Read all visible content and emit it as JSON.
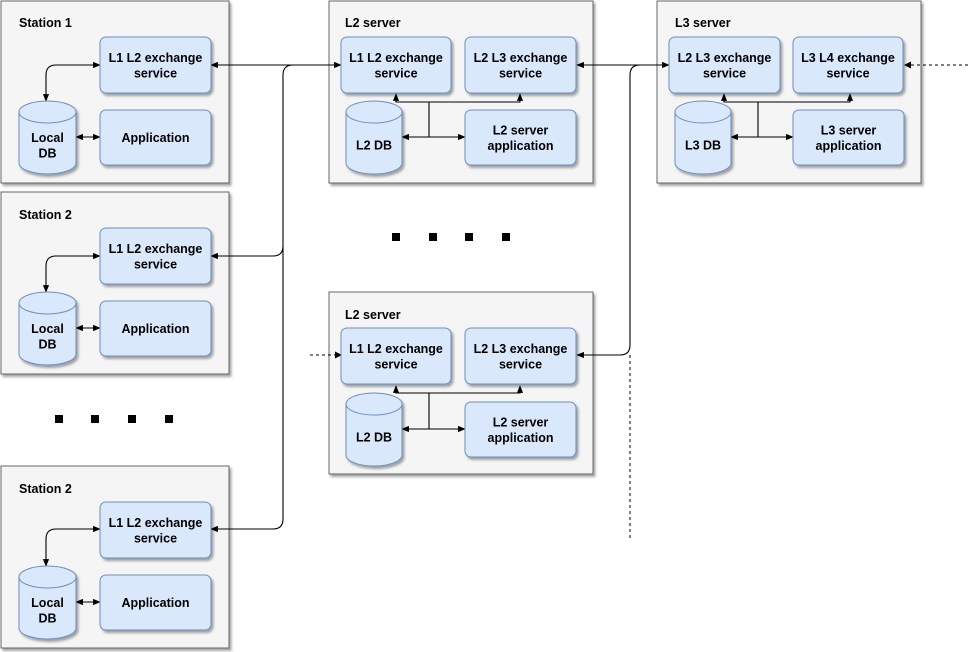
{
  "colors": {
    "panel_fill": "#f5f5f5",
    "panel_stroke": "#666666",
    "node_fill": "#dae8fc",
    "node_stroke": "#6c8ebf",
    "edge": "#000000"
  },
  "icons": {
    "database": "cylinder-icon",
    "ellipsis": "square-dots"
  },
  "panels": {
    "station_1": {
      "title": "Station 1"
    },
    "station_2": {
      "title": "Station 2"
    },
    "station_3": {
      "title": "Station 2"
    },
    "l2_server_a": {
      "title": "L2 server"
    },
    "l2_server_b": {
      "title": "L2 server"
    },
    "l3_server": {
      "title": "L3 server"
    }
  },
  "nodes": {
    "s1_exchange": {
      "lines": [
        "L1 L2 exchange",
        "service"
      ]
    },
    "s1_db": {
      "lines": [
        "Local",
        "DB"
      ]
    },
    "s1_app": {
      "lines": [
        "Application"
      ]
    },
    "s2_exchange": {
      "lines": [
        "L1 L2 exchange",
        "service"
      ]
    },
    "s2_db": {
      "lines": [
        "Local",
        "DB"
      ]
    },
    "s2_app": {
      "lines": [
        "Application"
      ]
    },
    "s3_exchange": {
      "lines": [
        "L1 L2 exchange",
        "service"
      ]
    },
    "s3_db": {
      "lines": [
        "Local",
        "DB"
      ]
    },
    "s3_app": {
      "lines": [
        "Application"
      ]
    },
    "l2a_l1l2": {
      "lines": [
        "L1 L2 exchange",
        "service"
      ]
    },
    "l2a_l2l3": {
      "lines": [
        "L2 L3 exchange",
        "service"
      ]
    },
    "l2a_db": {
      "lines": [
        "L2 DB"
      ]
    },
    "l2a_app": {
      "lines": [
        "L2 server",
        "application"
      ]
    },
    "l2b_l1l2": {
      "lines": [
        "L1 L2 exchange",
        "service"
      ]
    },
    "l2b_l2l3": {
      "lines": [
        "L2 L3 exchange",
        "service"
      ]
    },
    "l2b_db": {
      "lines": [
        "L2 DB"
      ]
    },
    "l2b_app": {
      "lines": [
        "L2 server",
        "application"
      ]
    },
    "l3_l2l3": {
      "lines": [
        "L2 L3 exchange",
        "service"
      ]
    },
    "l3_l3l4": {
      "lines": [
        "L3 L4 exchange",
        "service"
      ]
    },
    "l3_db": {
      "lines": [
        "L3 DB"
      ]
    },
    "l3_app": {
      "lines": [
        "L3 server",
        "application"
      ]
    }
  }
}
